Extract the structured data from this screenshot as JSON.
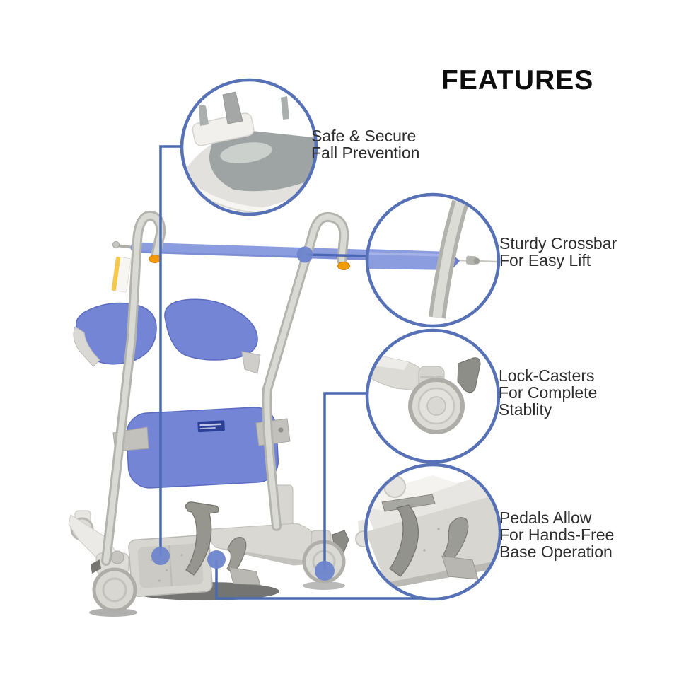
{
  "title": "FEATURES",
  "callouts": [
    {
      "id": "fall-prevention",
      "line1": "Safe & Secure",
      "line2": "Fall Prevention"
    },
    {
      "id": "crossbar",
      "line1": "Sturdy Crossbar",
      "line2": "For Easy Lift"
    },
    {
      "id": "lock-casters",
      "line1": "Lock-Casters",
      "line2": "For Complete",
      "line3": "Stablity"
    },
    {
      "id": "pedals",
      "line1": "Pedals Allow",
      "line2": "For Hands-Free",
      "line3": "Base Operation"
    }
  ],
  "colors": {
    "accent_ring": "#5671b6",
    "connector": "#4a69b0",
    "dot": "#6e85cc",
    "pad_blue": "#7585d6",
    "pad_blue_edge": "#5a6bc0",
    "crossbar_blue": "#8b9cdf",
    "orange_tip": "#f59a00",
    "title_color": "#0d0d0d",
    "text_color": "#2d2d2d"
  }
}
